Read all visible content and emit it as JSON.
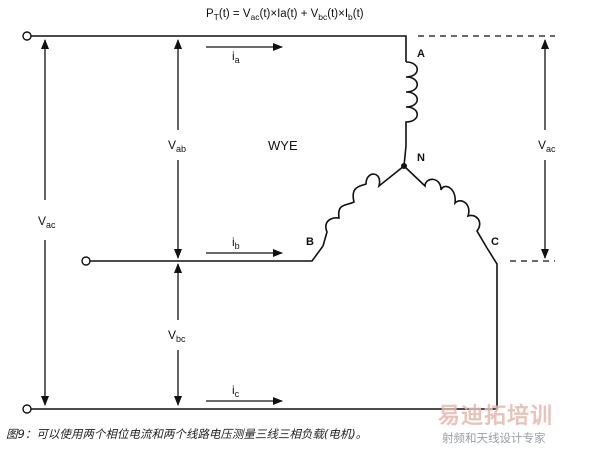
{
  "formula": {
    "p": "P",
    "p_sub": "T",
    "mid1": "(t) = V",
    "sub_ac": "ac",
    "mid2": "(t)×Ia(t) + V",
    "sub_bc": "bc",
    "mid3": "(t)×I",
    "sub_b": "b",
    "end": "(t)"
  },
  "labels": {
    "ia_main": "i",
    "ia_sub": "a",
    "ib_main": "i",
    "ib_sub": "b",
    "ic_main": "i",
    "ic_sub": "c",
    "vab_main": "V",
    "vab_sub": "ab",
    "vbc_main": "V",
    "vbc_sub": "bc",
    "vac_left_main": "V",
    "vac_left_sub": "ac",
    "vac_right_main": "V",
    "vac_right_sub": "ac",
    "wye": "WYE",
    "node_a": "A",
    "node_b": "B",
    "node_c": "C",
    "node_n": "N"
  },
  "caption": "图9：可以使用两个相位电流和两个线路电压测量三线三相负载(电机)。",
  "watermark": {
    "main": "易迪拓培训",
    "sub": "射频和天线设计专家"
  }
}
